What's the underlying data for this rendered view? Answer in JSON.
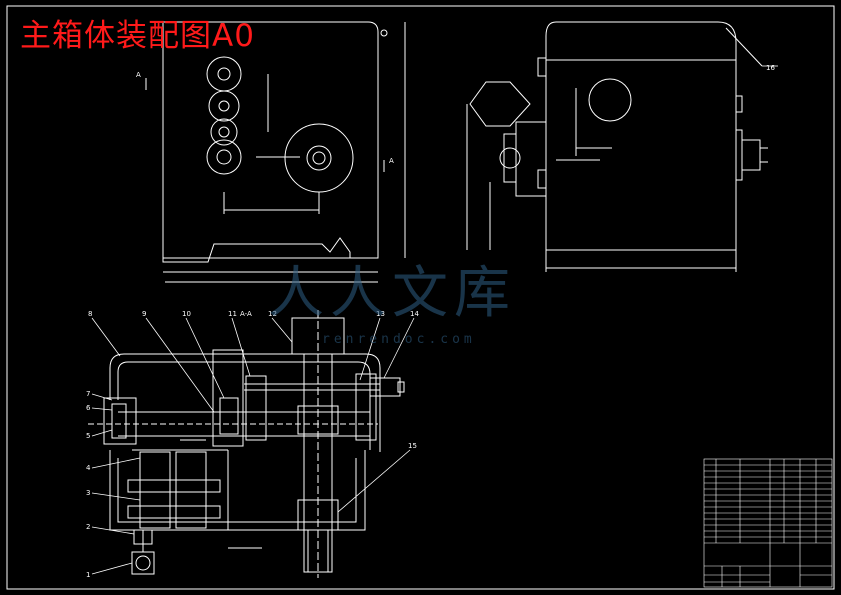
{
  "drawing": {
    "title": "主箱体装配图A0",
    "section_label": "A-A",
    "view_marks": [
      "A",
      "A"
    ],
    "part_labels": [
      "1",
      "2",
      "3",
      "4",
      "5",
      "6",
      "7",
      "8",
      "9",
      "10",
      "11",
      "12",
      "13",
      "14",
      "15",
      "16"
    ]
  },
  "watermark": {
    "text": "人人文库",
    "url": "renrendoc.com"
  },
  "colors": {
    "background": "#000000",
    "lines": "#ffffff",
    "title": "#ff1a1a",
    "watermark": "#2f5f86"
  }
}
